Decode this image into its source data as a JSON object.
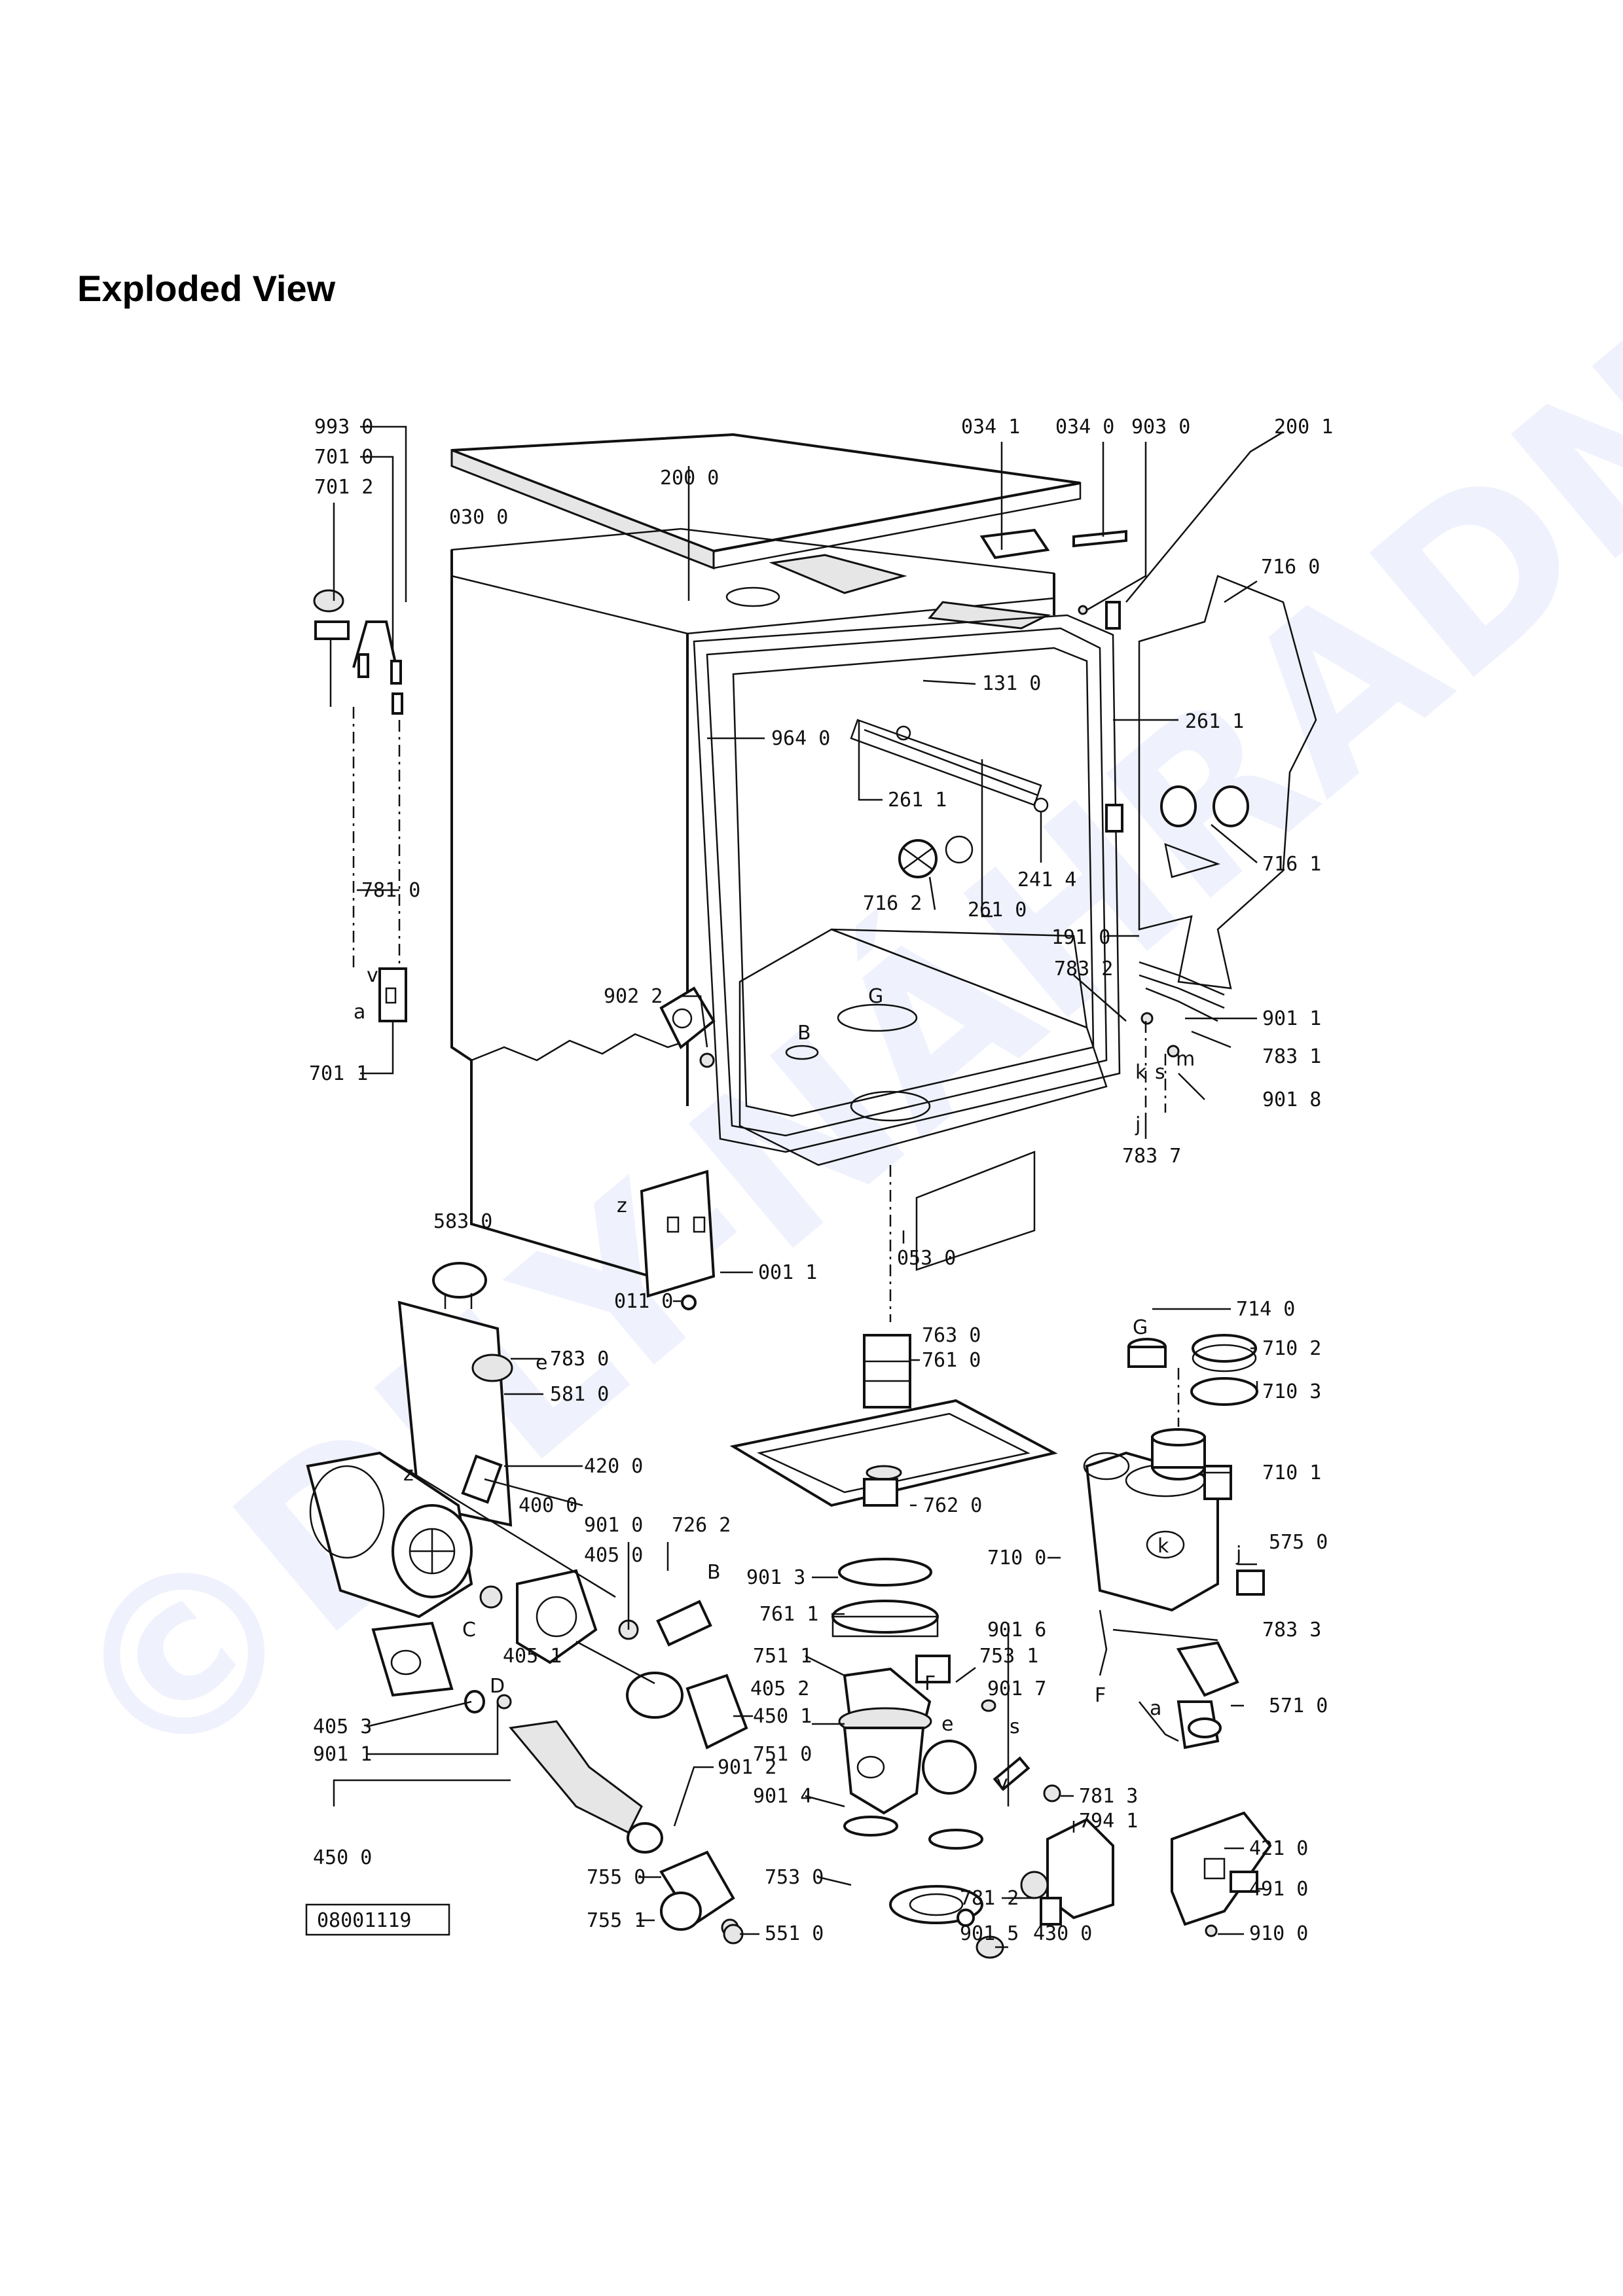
{
  "page": {
    "title": "Exploded View"
  },
  "watermark": {
    "text": "©DILY-NÁHRADNÍ.cz",
    "color": "#2233dd"
  },
  "drawing_number": "08001119",
  "callouts": [
    "993 0",
    "701 0",
    "701 2",
    "030 0",
    "200 0",
    "034 1",
    "034 0",
    "903 0",
    "200 1",
    "716 0",
    "131 0",
    "964 0",
    "261 1",
    "261 1",
    "716 1",
    "241 4",
    "716 2",
    "261 0",
    "191 0",
    "781 0",
    "783 2",
    "901 1",
    "783 1",
    "901 8",
    "783 7",
    "902 2",
    "701 1",
    "583 0",
    "001 1",
    "053 0",
    "011 0",
    "714 0",
    "710 2",
    "763 0",
    "761 0",
    "710 3",
    "783 0",
    "581 0",
    "710 1",
    "420 0",
    "762 0",
    "400 0",
    "901 0",
    "726 2",
    "405 0",
    "710 0",
    "575 0",
    "901 3",
    "761 1",
    "901 6",
    "783 3",
    "405 1",
    "751 1",
    "753 1",
    "405 2",
    "901 7",
    "571 0",
    "450 1",
    "751 0",
    "405 3",
    "901 1",
    "781 3",
    "794 1",
    "901 4",
    "901 2",
    "421 0",
    "450 0",
    "755 0",
    "753 0",
    "781 2",
    "491 0",
    "755 1",
    "551 0",
    "901 5",
    "430 0",
    "910 0"
  ],
  "letters": [
    "a",
    "v",
    "B",
    "G",
    "k",
    "s",
    "m",
    "j",
    "z",
    "e",
    "z",
    "C",
    "D",
    "F",
    "e",
    "s",
    "v",
    "G",
    "k",
    "j",
    "F",
    "a",
    "B"
  ],
  "icons": [
    "exploded-dishwasher-drawing"
  ]
}
